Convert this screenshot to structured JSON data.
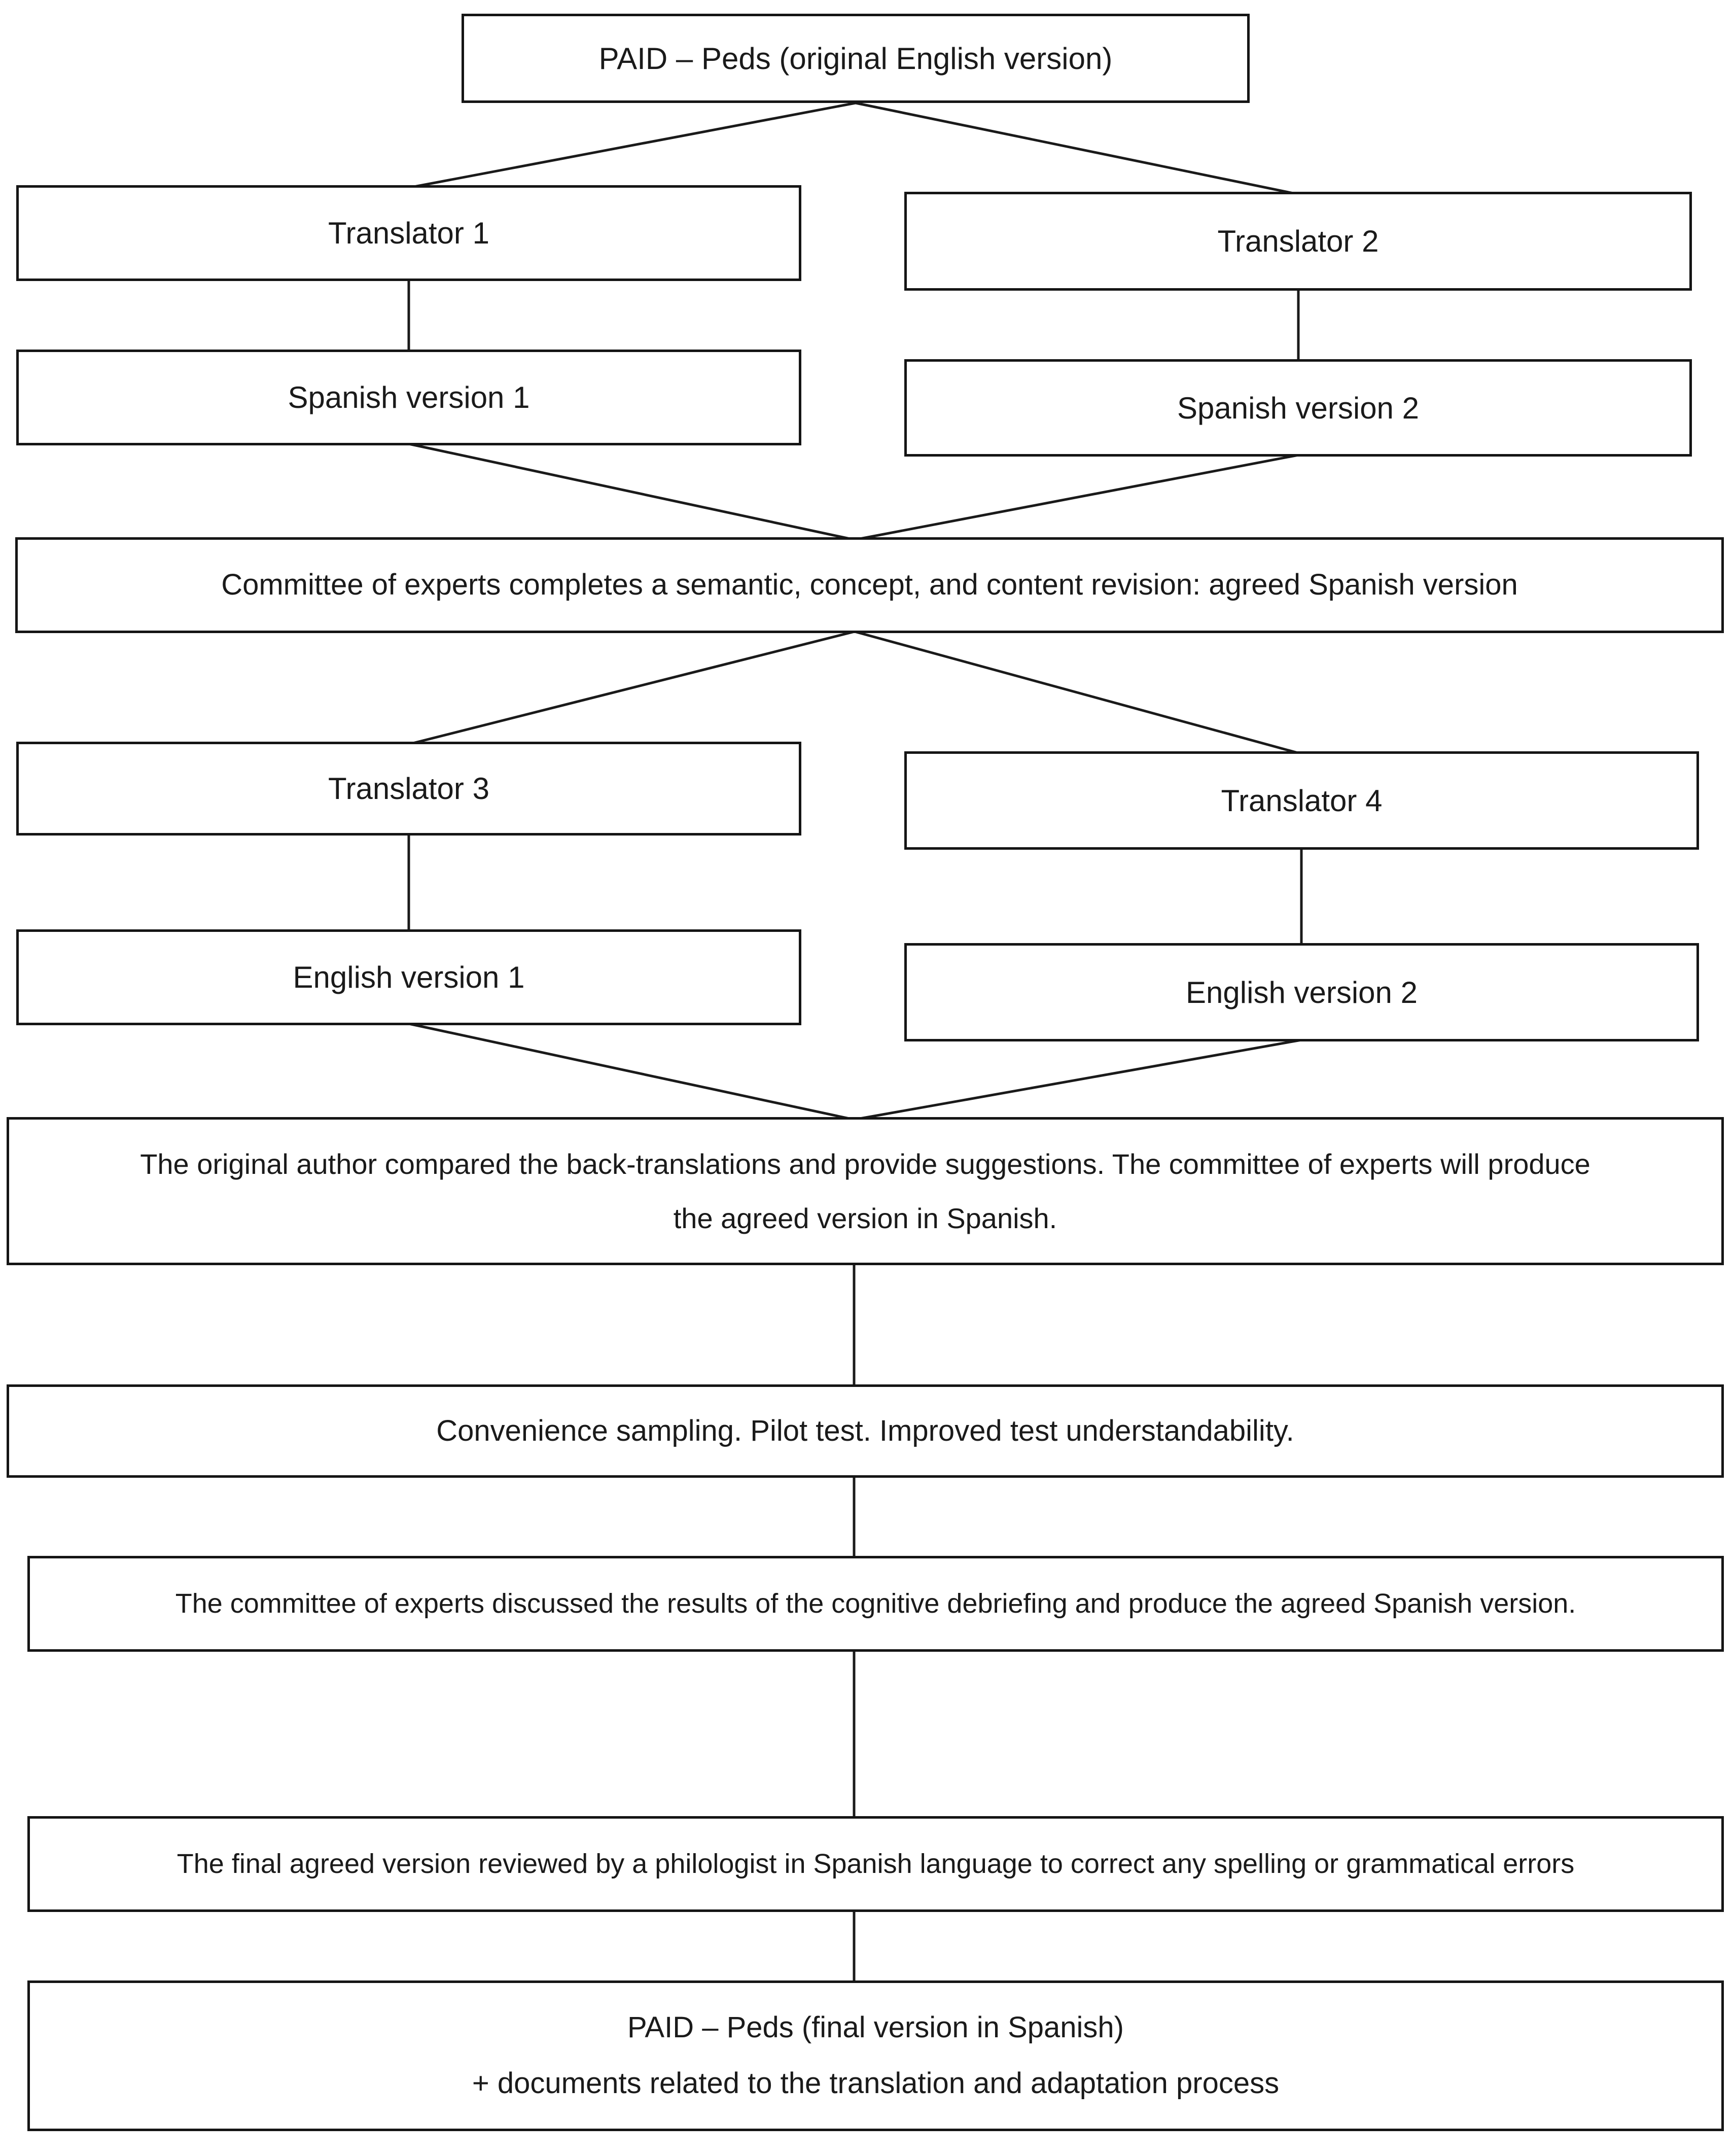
{
  "figure": {
    "background_color": "#ffffff",
    "line_color": "#1a1a1a",
    "description": "Flowchart of the translation and cross-cultural adaptation process of the PAID-Peds questionnaire into Spanish"
  },
  "nodes": {
    "paid_original": {
      "label": "PAID – Peds (original English version)"
    },
    "translator1": {
      "label": "Translator 1"
    },
    "translator2": {
      "label": "Translator 2"
    },
    "spanish1": {
      "label": "Spanish version 1"
    },
    "spanish2": {
      "label": "Spanish version 2"
    },
    "committee": {
      "label": "Committee of experts completes a semantic, concept, and content revision: agreed Spanish version"
    },
    "translator3": {
      "label": "Translator 3"
    },
    "translator4": {
      "label": "Translator 4"
    },
    "english1": {
      "label": "English version 1"
    },
    "english2": {
      "label": "English version 2"
    },
    "backtranslation": {
      "line1": "The original author compared the back-translations and provide suggestions. The committee of experts will produce",
      "line2": "the agreed version in Spanish."
    },
    "convenience": {
      "label": "Convenience sampling. Pilot test. Improved test understandability."
    },
    "debrief": {
      "label": "The committee of experts discussed the results of the cognitive debriefing and produce the agreed Spanish version."
    },
    "final_agreed": {
      "label": "The final agreed version reviewed by a philologist in Spanish language to correct any spelling or grammatical errors"
    },
    "paid_final": {
      "line1": "PAID – Peds (final version in Spanish)",
      "line2": "+ documents related to the translation and adaptation process"
    }
  },
  "edges": [
    {
      "from": "paid_original",
      "to": "translator1"
    },
    {
      "from": "paid_original",
      "to": "translator2"
    },
    {
      "from": "translator1",
      "to": "spanish1"
    },
    {
      "from": "translator2",
      "to": "spanish2"
    },
    {
      "from": "spanish1",
      "to": "committee"
    },
    {
      "from": "spanish2",
      "to": "committee"
    },
    {
      "from": "committee",
      "to": "translator3"
    },
    {
      "from": "committee",
      "to": "translator4"
    },
    {
      "from": "translator3",
      "to": "english1"
    },
    {
      "from": "translator4",
      "to": "english2"
    },
    {
      "from": "english1",
      "to": "backtranslation"
    },
    {
      "from": "english2",
      "to": "backtranslation"
    },
    {
      "from": "backtranslation",
      "to": "convenience"
    },
    {
      "from": "convenience",
      "to": "debrief"
    },
    {
      "from": "debrief",
      "to": "final_agreed"
    },
    {
      "from": "final_agreed",
      "to": "paid_final"
    }
  ]
}
